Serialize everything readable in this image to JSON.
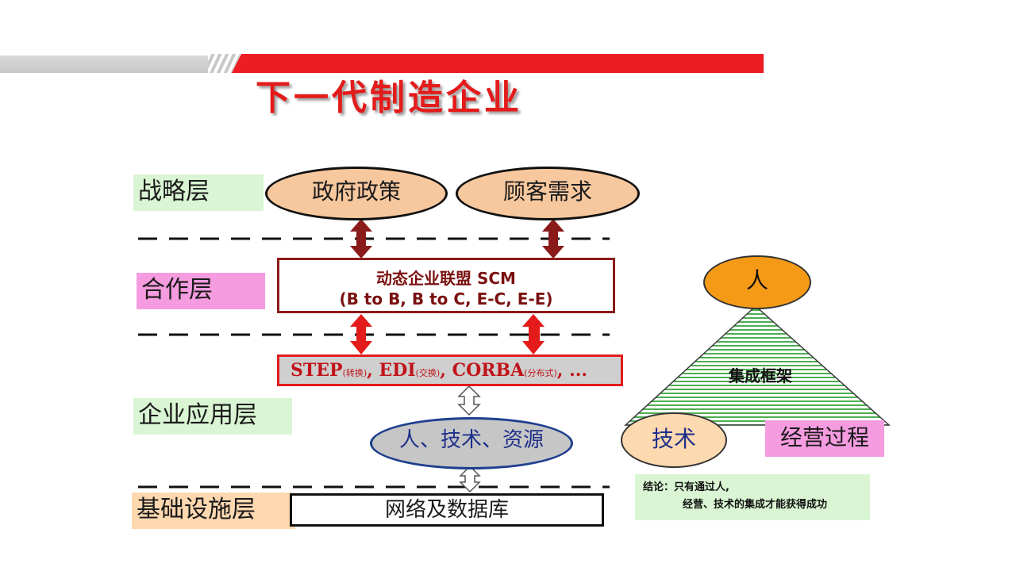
{
  "title": "下一代制造企业",
  "layers": {
    "strategy": "战略层",
    "cooperation": "合作层",
    "application": "企业应用层",
    "infrastructure": "基础设施层"
  },
  "strategy_nodes": {
    "gov_policy": "政府政策",
    "customer_demand": "顾客需求"
  },
  "scm": {
    "line1": "动态企业联盟 SCM",
    "line2": "(B to B, B to C, E-C, E-E)"
  },
  "standards": {
    "step": "STEP",
    "step_note": "(转换)",
    "edi": "EDI",
    "edi_note": "(交换)",
    "corba": "CORBA",
    "corba_note": "(分布式)",
    "tail": ", ..."
  },
  "resources": "人、技术、资源",
  "network": "网络及数据库",
  "triangle": {
    "center": "集成框架",
    "top": "人",
    "left": "技术",
    "right": "经营过程"
  },
  "conclusion": {
    "line1": "结论：只有通过人,",
    "line2": "经营、技术的集成才能获得成功"
  },
  "colors": {
    "accent_red": "#ee1c25",
    "oval_peach": "#f7c89e",
    "green_bg": "#d9f5d3",
    "pink_bg": "#f59be0",
    "orange_bg": "#ffd8b0",
    "arrow_dark_red": "#8b1a1a",
    "arrow_red": "#e31b1b"
  }
}
